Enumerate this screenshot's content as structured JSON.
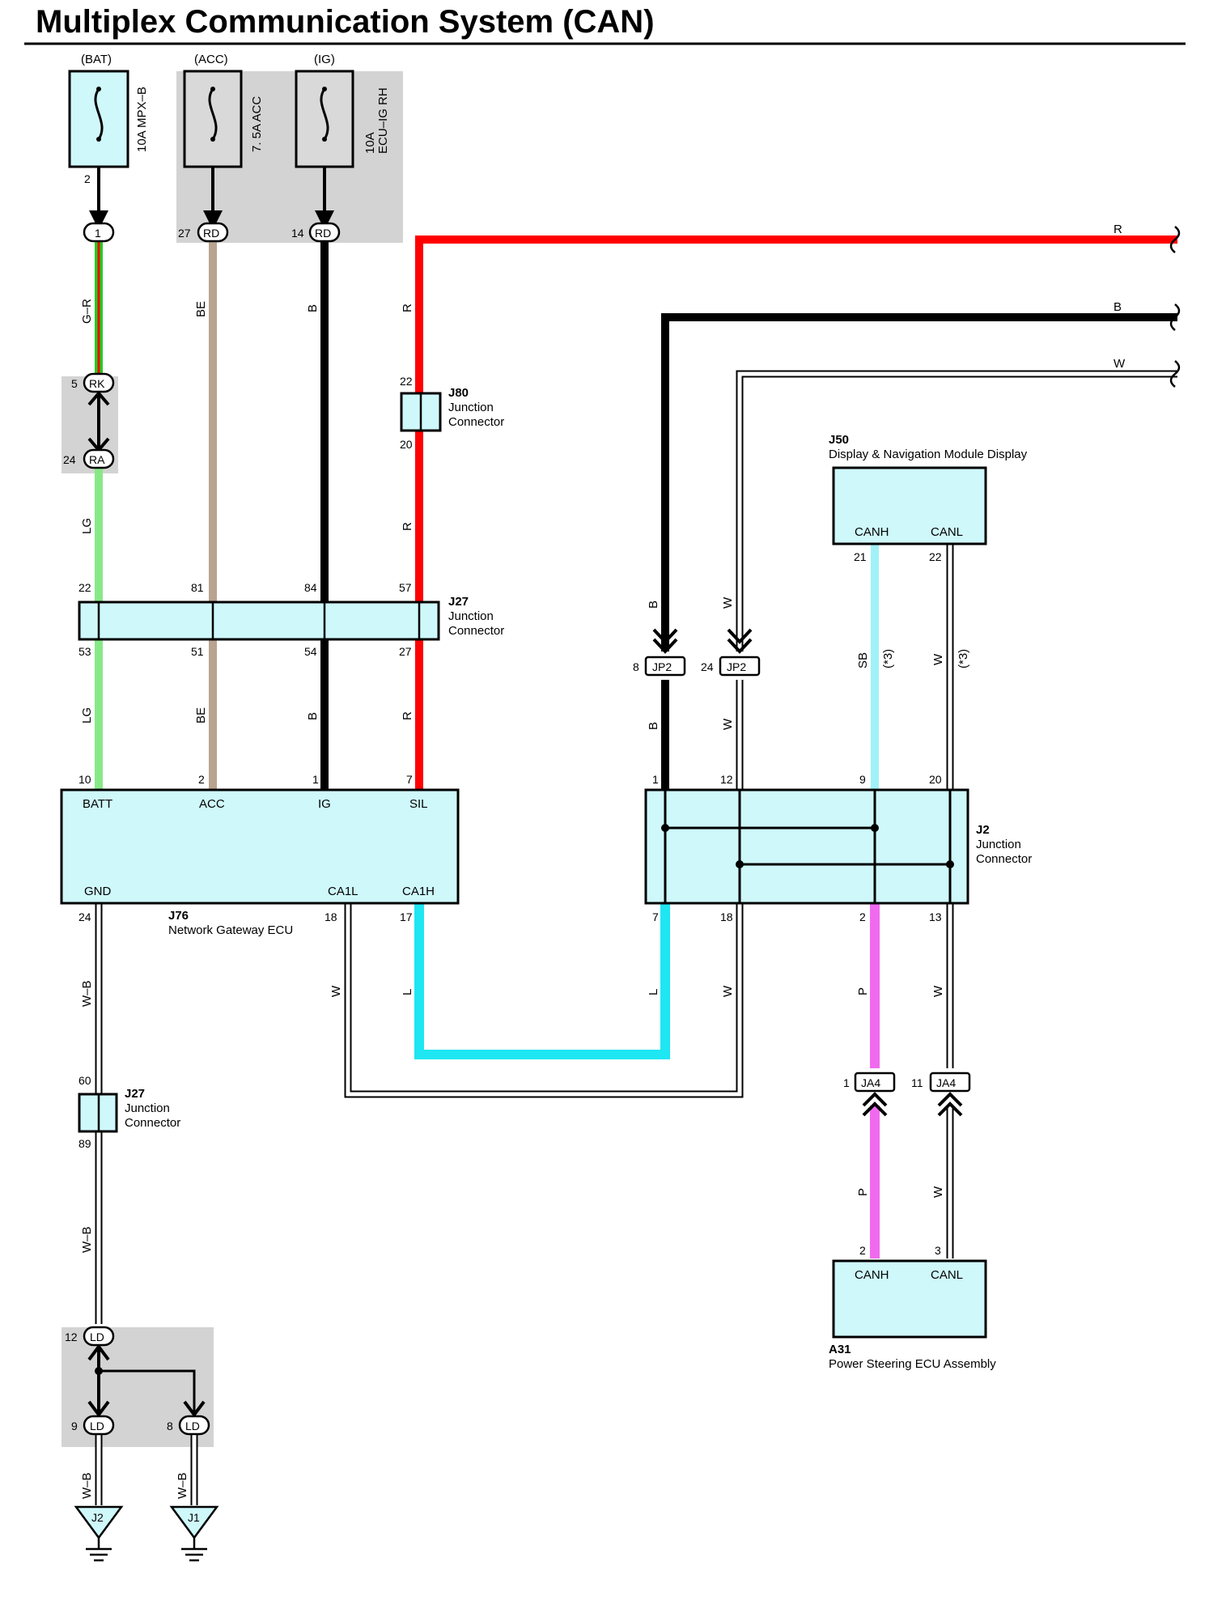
{
  "title": "Multiplex Communication System (CAN)",
  "colors": {
    "red": "#ff0000",
    "black": "#000000",
    "white": "#ffffff",
    "beige": "#b8a38f",
    "light_green": "#88e888",
    "light_blue": "#a0f2f8",
    "cyan": "#1ee6f2",
    "pink": "#f06af0",
    "component_fill": "#cff8fb",
    "shade": "#d3d3d3"
  },
  "fuses": [
    {
      "source": "(BAT)",
      "name": "10A MPX–B",
      "out_pin": "2"
    },
    {
      "source": "(ACC)",
      "name": "7. 5A ACC"
    },
    {
      "source": "(IG)",
      "name_line1": "10A",
      "name_line2": "ECU–IG RH"
    }
  ],
  "connectors": {
    "c1": {
      "label": "1"
    },
    "rd27": {
      "label": "RD",
      "pin": "27"
    },
    "rd14": {
      "label": "RD",
      "pin": "14"
    },
    "rk": {
      "label": "RK",
      "pin": "5"
    },
    "ra": {
      "label": "RA",
      "pin": "24"
    },
    "jp2a": {
      "label": "JP2",
      "pin": "8"
    },
    "jp2b": {
      "label": "JP2",
      "pin": "24"
    },
    "ja4a": {
      "label": "JA4",
      "pin": "1"
    },
    "ja4b": {
      "label": "JA4",
      "pin": "11"
    },
    "ld12": {
      "label": "LD",
      "pin": "12"
    },
    "ld9": {
      "label": "LD",
      "pin": "9"
    },
    "ld8": {
      "label": "LD",
      "pin": "8"
    }
  },
  "wire_labels": {
    "gr": "G–R",
    "be": "BE",
    "b": "B",
    "r": "R",
    "lg": "LG",
    "w": "W",
    "wb": "W–B",
    "l": "L",
    "sb": "SB",
    "p": "P",
    "star3": "(*3)"
  },
  "right_wires": {
    "r": "R",
    "b": "B",
    "w": "W"
  },
  "components": {
    "j80": {
      "code": "J80",
      "line1": "Junction",
      "line2": "Connector",
      "pin_top": "22",
      "pin_bottom": "20"
    },
    "j27a": {
      "code": "J27",
      "line1": "Junction",
      "line2": "Connector",
      "pins_top": [
        "22",
        "81",
        "84",
        "57"
      ],
      "pins_bottom": [
        "53",
        "51",
        "54",
        "27"
      ]
    },
    "j27b": {
      "code": "J27",
      "line1": "Junction",
      "line2": "Connector",
      "pin_top": "60",
      "pin_bottom": "89"
    },
    "j76": {
      "code": "J76",
      "name": "Network Gateway ECU",
      "pins_top": [
        "10",
        "2",
        "1",
        "7"
      ],
      "terms_top": [
        "BATT",
        "ACC",
        "IG",
        "SIL"
      ],
      "terms_bottom": [
        "GND",
        "CA1L",
        "CA1H"
      ],
      "pins_bottom": [
        "24",
        "18",
        "17"
      ]
    },
    "j50": {
      "code": "J50",
      "name": "Display & Navigation Module Display",
      "terms": [
        "CANH",
        "CANL"
      ],
      "pins": [
        "21",
        "22"
      ]
    },
    "j2": {
      "code": "J2",
      "line1": "Junction",
      "line2": "Connector",
      "pins_top": [
        "1",
        "12",
        "9",
        "20"
      ],
      "pins_bottom": [
        "7",
        "18",
        "2",
        "13"
      ]
    },
    "a31": {
      "code": "A31",
      "name": "Power Steering ECU Assembly",
      "terms": [
        "CANH",
        "CANL"
      ],
      "pins": [
        "2",
        "3"
      ]
    }
  },
  "grounds": [
    {
      "label": "J2"
    },
    {
      "label": "J1"
    }
  ]
}
